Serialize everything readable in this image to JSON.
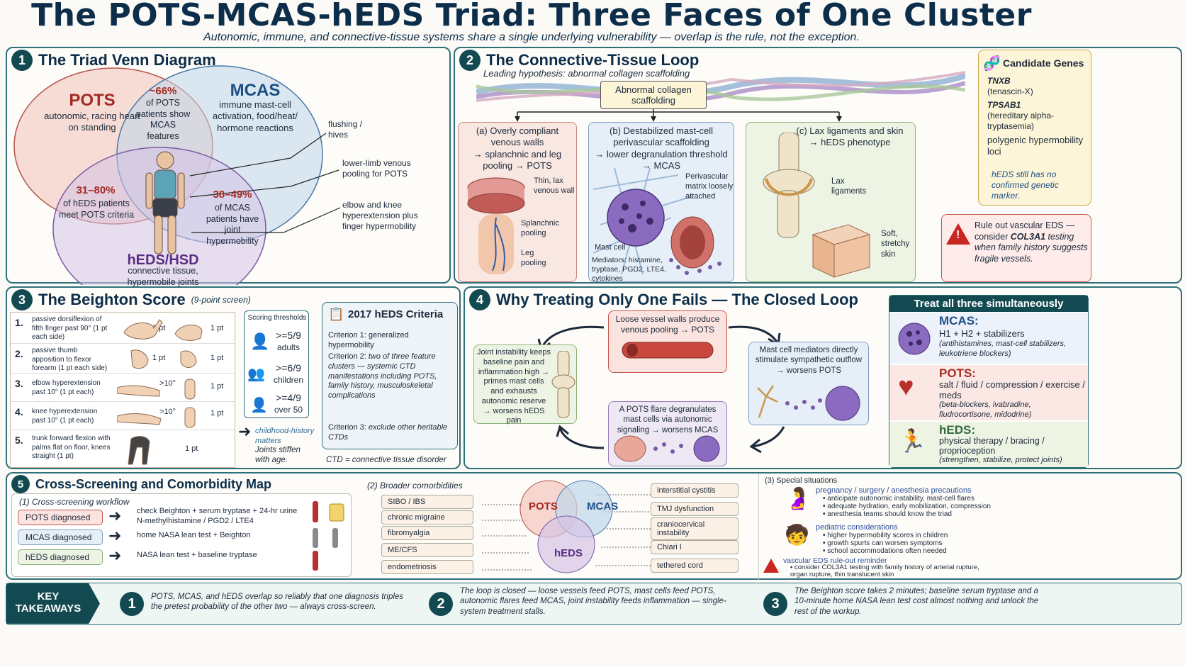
{
  "header": {
    "title": "The POTS-MCAS-hEDS Triad: Three Faces of One Cluster",
    "subtitle": "Autonomic, immune, and connective-tissue systems share a single underlying vulnerability — overlap is the rule, not the exception."
  },
  "colors": {
    "pots": "#a42a22",
    "mcas": "#1c4f86",
    "heds": "#5a2d82",
    "teal": "#134a52"
  },
  "venn": {
    "num": "1",
    "title": "The Triad Venn Diagram",
    "pots": {
      "name": "POTS",
      "desc": "autonomic, racing heart on standing"
    },
    "mcas": {
      "name": "MCAS",
      "desc": "immune mast-cell activation, food/heat/ hormone reactions"
    },
    "heds": {
      "name": "hEDS/HSD",
      "desc": "connective tissue, hypermobile joints"
    },
    "overlap_pm": {
      "pct": "~66%",
      "desc": "of POTS patients show MCAS features"
    },
    "overlap_ph": {
      "pct": "31–80%",
      "desc": "of hEDS patients meet POTS criteria"
    },
    "overlap_mh": {
      "pct": "38–49%",
      "desc": "of MCAS patients have joint hypermobility"
    },
    "callouts": [
      "flushing / hives",
      "lower-limb venous pooling for POTS",
      "elbow and knee hyperextension plus finger hypermobility"
    ]
  },
  "loop": {
    "num": "2",
    "title": "The Connective-Tissue Loop",
    "subtitle": "Leading hypothesis: abnormal collagen scaffolding",
    "root": "Abnormal collagen scaffolding",
    "a": {
      "title": "(a) Overly compliant venous walls",
      "line2": "→ splanchnic and leg pooling → POTS",
      "labels": [
        "Thin, lax venous wall",
        "Splanchnic pooling",
        "Leg pooling"
      ]
    },
    "b": {
      "title": "(b) Destabilized mast-cell perivascular scaffolding",
      "line2": "→ lower degranulation threshold → MCAS",
      "labels": [
        "Perivascular matrix loosely attached",
        "Mast cell",
        "Mediators: histamine, tryptase, PGD2, LTE4, cytokines"
      ]
    },
    "c": {
      "title": "(c) Lax ligaments and skin",
      "line2": "→ hEDS phenotype",
      "labels": [
        "Lax ligaments",
        "Soft, stretchy skin"
      ]
    },
    "genes": {
      "title": "Candidate Genes",
      "items": [
        {
          "name": "TNXB",
          "note": "(tenascin-X)"
        },
        {
          "name": "TPSAB1",
          "note": "(hereditary alpha-tryptasemia)"
        },
        {
          "name": "polygenic hypermobility loci",
          "note": ""
        }
      ],
      "footer": "hEDS still has no confirmed genetic marker."
    },
    "warn": {
      "text1": "Rule out vascular EDS — consider",
      "gene": "COL3A1",
      "text2": "testing when family history suggests fragile vessels."
    }
  },
  "beighton": {
    "num": "3",
    "title": "The Beighton Score",
    "sub": "(9-point screen)",
    "items": [
      {
        "n": "1.",
        "text": "passive dorsiflexion of fifth finger past 90° (1 pt each side)",
        "p1": "1 pt",
        "p2": "1 pt"
      },
      {
        "n": "2.",
        "text": "passive thumb apposition to flexor forearm (1 pt each side)",
        "p1": "1 pt",
        "p2": "1 pt"
      },
      {
        "n": "3.",
        "text": "elbow hyperextension past 10° (1 pt each)",
        "p1": ">10°",
        "p2": "1 pt"
      },
      {
        "n": "4.",
        "text": "knee hyperextension past 10° (1 pt each)",
        "p1": ">10°",
        "p2": "1 pt"
      },
      {
        "n": "5.",
        "text": "trunk forward flexion with palms flat on floor, knees straight (1 pt)",
        "p1": "",
        "p2": "1 pt"
      }
    ],
    "thr_title": "Scoring thresholds",
    "thresholds": [
      {
        "v": ">=5/9",
        "who": "adults"
      },
      {
        "v": ">=6/9",
        "who": "children"
      },
      {
        "v": ">=4/9",
        "who": "over 50"
      }
    ],
    "note1": "childhood-history matters",
    "note2": "Joints stiffen with age.",
    "criteria": {
      "title": "2017 hEDS Criteria",
      "c1": "Criterion 1:",
      "c1t": "generalized hypermobility",
      "c2": "Criterion 2:",
      "c2t": "two of three feature clusters — systemic CTD manifestations including POTS, family history, musculoskeletal complications",
      "c3": "Criterion 3:",
      "c3t": "exclude other heritable CTDs",
      "foot": "CTD = connective tissue disorder"
    }
  },
  "closed": {
    "num": "4",
    "title": "Why Treating Only One Fails — The Closed Loop",
    "n_top": "Loose vessel walls produce venous pooling → POTS",
    "n_right": "Mast cell mediators directly stimulate sympathetic outflow → worsens POTS",
    "n_bottom": "A POTS flare degranulates mast cells via autonomic signaling → worsens MCAS",
    "n_left": "Joint instability keeps baseline pain and inflammation high → primes mast cells and exhausts autonomic reserve → worsens hEDS pain",
    "treat": {
      "title": "Treat all three simultaneously",
      "mcas": {
        "name": "MCAS:",
        "main": "H1 + H2 + stabilizers",
        "detail": "(antihistamines, mast-cell stabilizers, leukotriene blockers)"
      },
      "pots": {
        "name": "POTS:",
        "main": "salt / fluid / compression / exercise / meds",
        "detail": "(beta-blockers, ivabradine, fludrocortisone, midodrine)"
      },
      "heds": {
        "name": "hEDS:",
        "main": "physical therapy / bracing / proprioception",
        "detail": "(strengthen, stabilize, protect joints)"
      }
    }
  },
  "cross": {
    "num": "5",
    "title": "Cross-Screening and Comorbidity Map",
    "wf_title": "(1) Cross-screening workflow",
    "workflow": [
      {
        "dx": "POTS diagnosed",
        "action": "check Beighton + serum tryptase + 24-hr urine N-methylhistamine / PGD2 / LTE4"
      },
      {
        "dx": "MCAS diagnosed",
        "action": "home NASA lean test + Beighton"
      },
      {
        "dx": "hEDS diagnosed",
        "action": "NASA lean test + baseline tryptase"
      }
    ],
    "co_title": "(2) Broader comorbidities",
    "left": [
      "SIBO / IBS",
      "chronic migraine",
      "fibromyalgia",
      "ME/CFS",
      "endometriosis"
    ],
    "right": [
      "interstitial cystitis",
      "TMJ dysfunction",
      "craniocervical instability",
      "Chiari I",
      "tethered cord"
    ],
    "vp": "POTS",
    "vm": "MCAS",
    "vh": "hEDS",
    "sp_title": "(3) Special situations",
    "preg": {
      "title": "pregnancy / surgery / anesthesia precautions",
      "items": [
        "anticipate autonomic instability, mast-cell flares",
        "adequate hydration, early mobilization, compression",
        "anesthesia teams should know the triad"
      ]
    },
    "ped": {
      "title": "pediatric considerations",
      "items": [
        "higher hypermobility scores in children",
        "growth spurts can worsen symptoms",
        "school accommodations often needed"
      ]
    },
    "veds": {
      "title": "vascular EDS rule-out reminder",
      "items": [
        "consider COL3A1 testing with family history of arterial rupture, organ rupture, thin translucent skin"
      ]
    }
  },
  "takeaways": {
    "label": "KEY TAKEAWAYS",
    "items": [
      {
        "n": "1",
        "text": "POTS, MCAS, and hEDS overlap so reliably that one diagnosis triples the pretest probability of the other two — always cross-screen."
      },
      {
        "n": "2",
        "text": "The loop is closed — loose vessels feed POTS, mast cells feed POTS, autonomic flares feed MCAS, joint instability feeds inflammation — single-system treatment stalls."
      },
      {
        "n": "3",
        "text": "The Beighton score takes 2 minutes; baseline serum tryptase and a 10-minute home NASA lean test cost almost nothing and unlock the rest of the workup."
      }
    ]
  }
}
